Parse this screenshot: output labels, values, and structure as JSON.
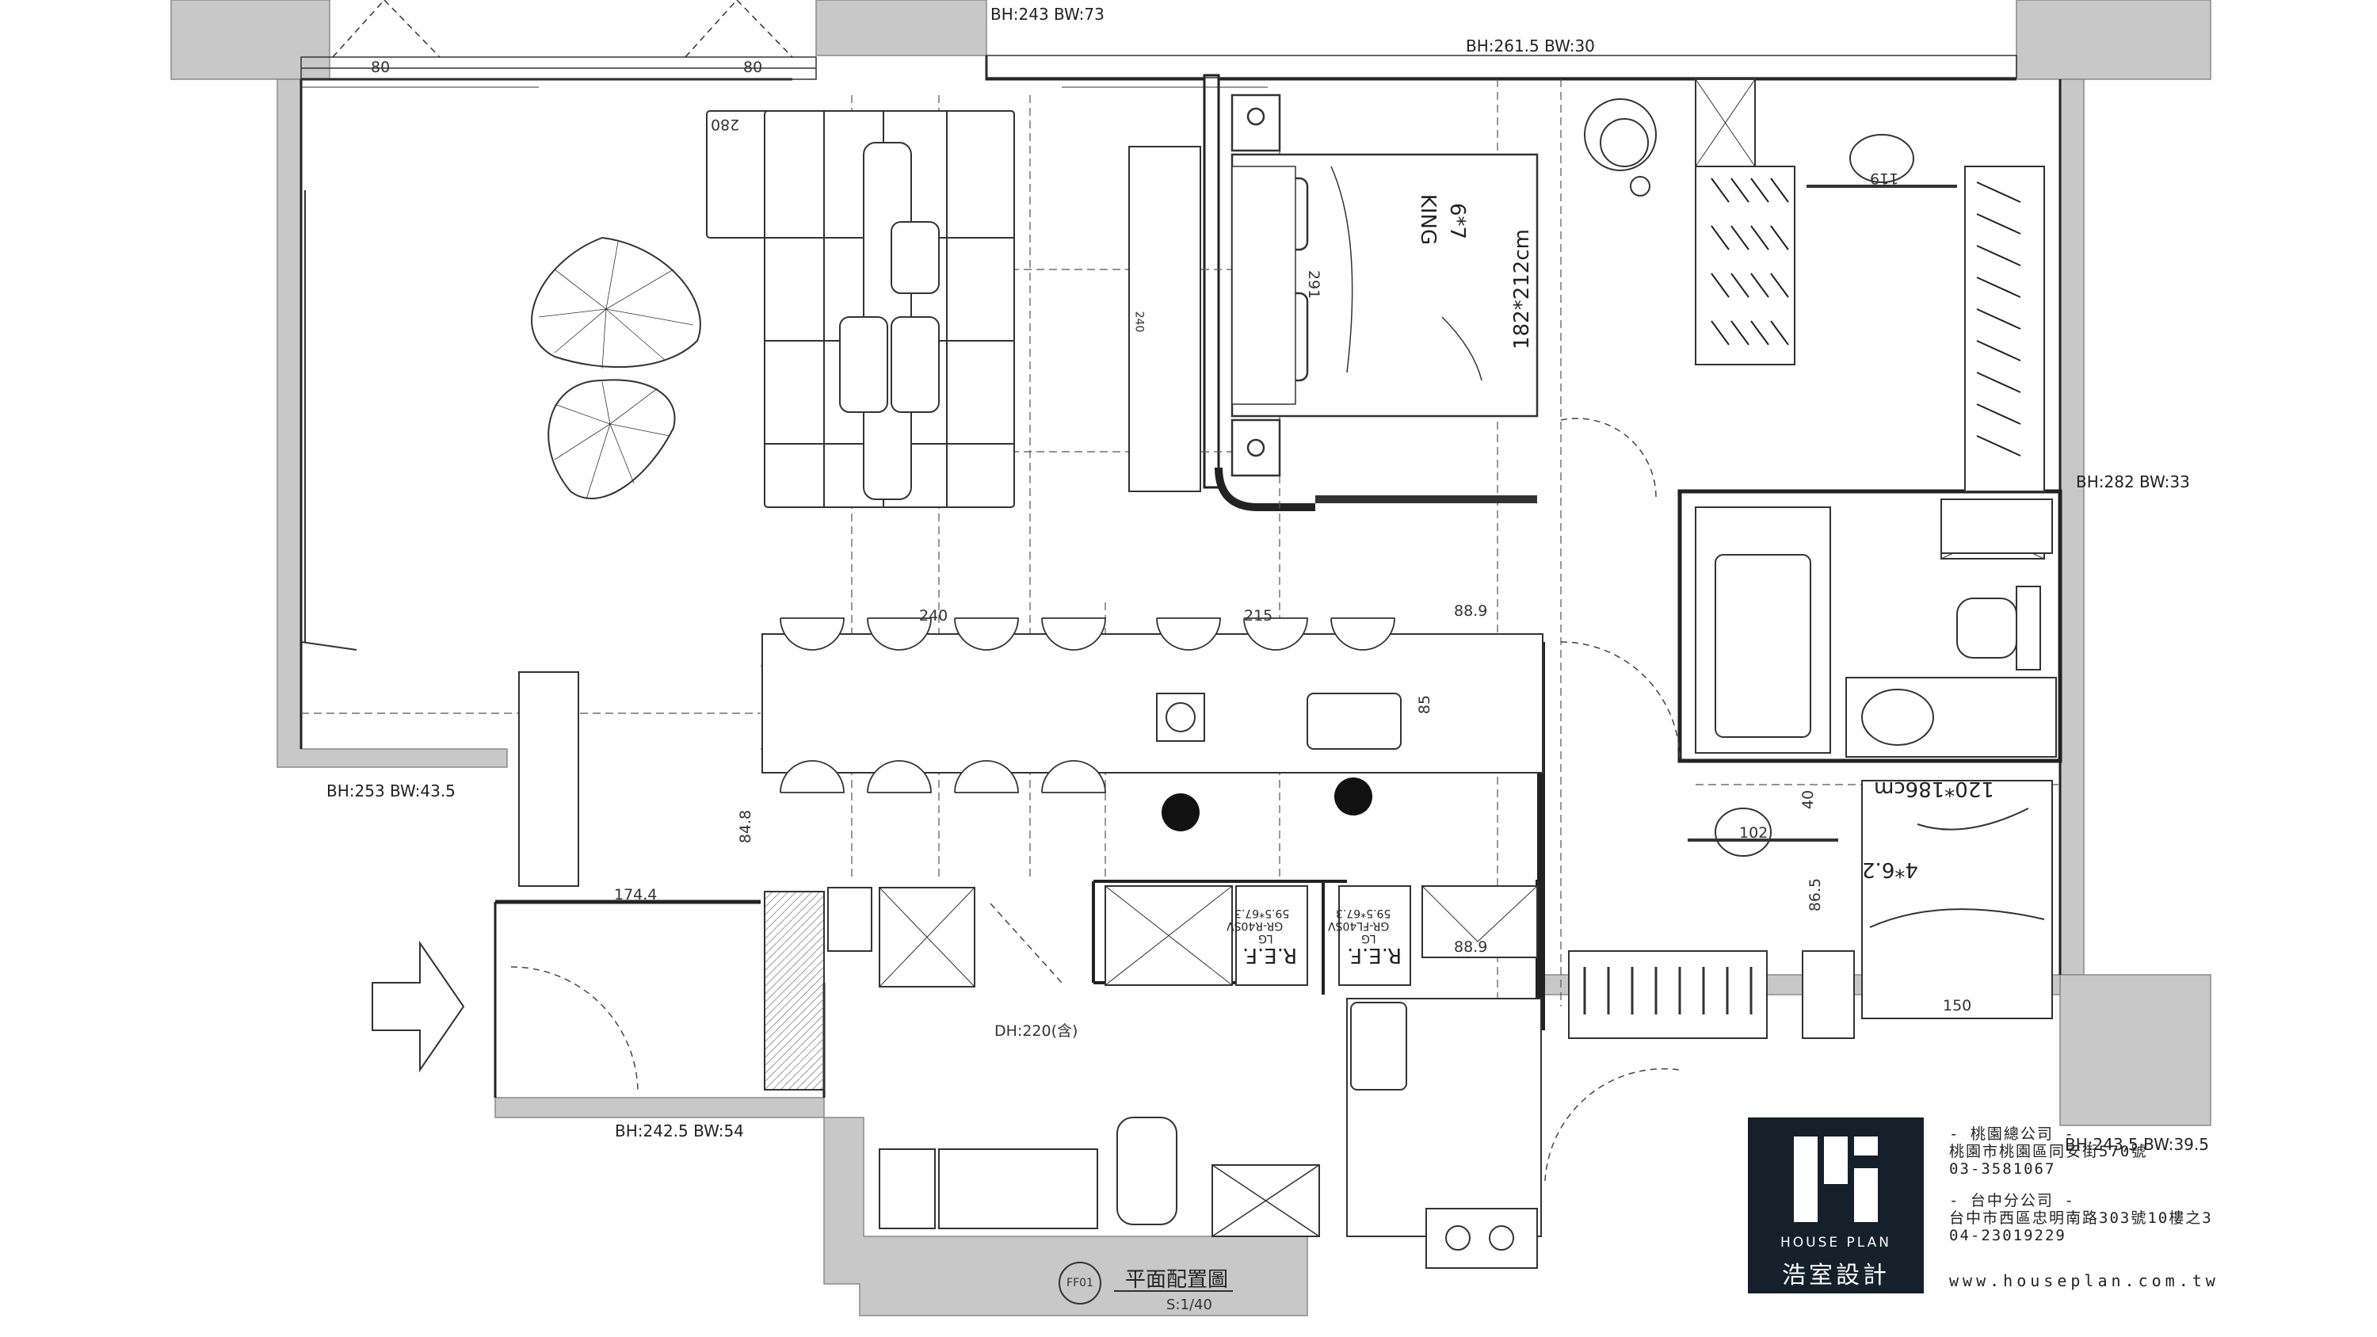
{
  "wall_notes": {
    "top_left": "BH:243  BW:73",
    "top_mid": "BH:261.5  BW:30",
    "right_mid": "BH:282  BW:33",
    "left_mid": "BH:253  BW:43.5",
    "bottom_left": "BH:242.5  BW:54",
    "bottom_right": "BH:243.5  BW:39.5"
  },
  "dimensions": {
    "window_left": "80",
    "window_right": "80",
    "sofa": "280",
    "counter_a": "240",
    "counter_b": "215",
    "island_depth": "85",
    "island_side": "88.9",
    "hall_depth": "84.8",
    "entry_width": "174.4",
    "kitchen_side": "88.9",
    "small_bed_a": "150",
    "small_bed_b": "86.5",
    "desk_a": "102",
    "desk_b": "40",
    "desk_c": "119",
    "bed_width": "291",
    "wardrobe": "240",
    "ceiling": "DH:220(含)"
  },
  "rooms": {
    "master_bed_size": "KING",
    "master_bed_ratio": "6*7",
    "master_bed_dims": "182*212cm",
    "small_bed_dims": "120*186cm",
    "small_bed_ratio": "4*6.2"
  },
  "fridges": [
    {
      "brand": "LG",
      "model": "GR-FL40SV",
      "size": "59.5*67.3",
      "label": "R.E.F."
    },
    {
      "brand": "LG",
      "model": "GR-R40SV",
      "size": "59.5*67.3",
      "label": "R.E.F."
    }
  ],
  "title": {
    "code": "FF01",
    "name": "平面配置圖",
    "scale": "S:1/40"
  },
  "company": {
    "logo_en": "HOUSE PLAN",
    "logo_zh": "浩室設計",
    "hq_label": "- 桃園總公司 -",
    "hq_address": "桃園市桃園區同安街570號",
    "hq_phone": "03-3581067",
    "branch_label": "- 台中分公司 -",
    "branch_address": "台中市西區忠明南路303號10樓之3",
    "branch_phone": "04-23019229",
    "website": "www.houseplan.com.tw"
  }
}
